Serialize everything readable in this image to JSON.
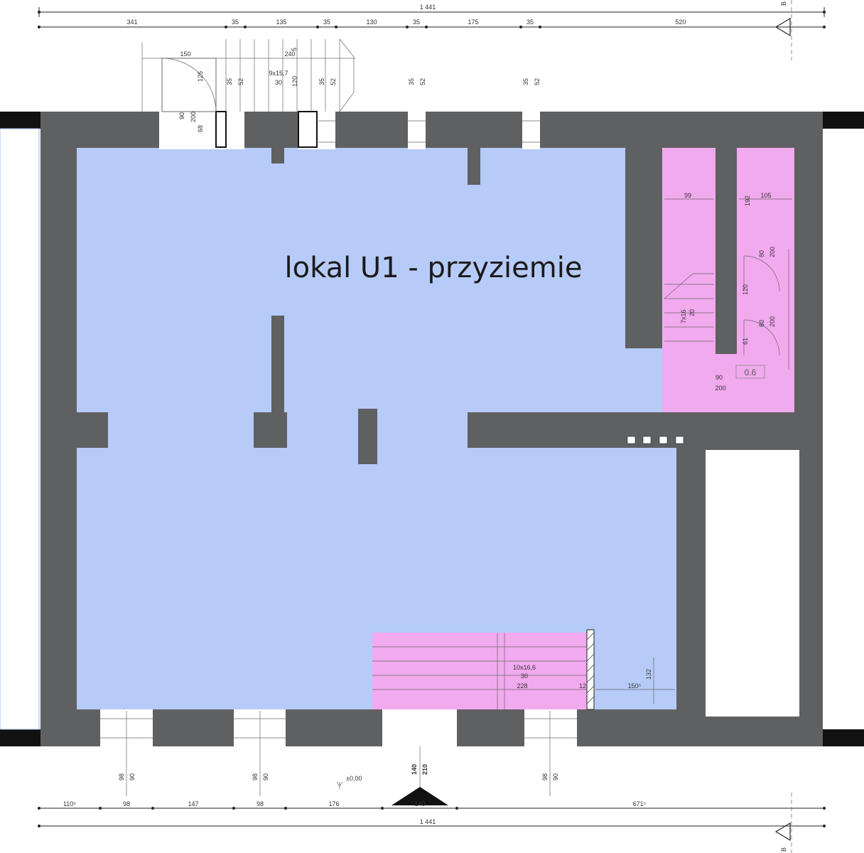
{
  "plan": {
    "title": "lokal U1 - przyziemie",
    "room_code": "0.6",
    "section_marker": "B",
    "level_mark": "±0,00",
    "colors": {
      "wall": "#5f6062",
      "main_room": "#b7cbf8",
      "stair_area": "#f2aaef",
      "background": "#ffffff"
    }
  },
  "dims": {
    "top_total": "1 441",
    "top_segments": [
      "341",
      "35",
      "135",
      "35",
      "130",
      "35",
      "175",
      "35",
      "520"
    ],
    "bottom_total": "1 441",
    "bottom_segments": [
      "110⁵",
      "98",
      "147",
      "98",
      "176",
      "140",
      "671⁵"
    ],
    "top_stair_a": "150",
    "top_stair_b": "240",
    "top_stair_c": "9x15,7",
    "top_stair_d": "30",
    "top_stair_e": "125",
    "top_stair_f": "120",
    "top_stair_g": "5",
    "top_window_a": "35",
    "top_window_b": "52",
    "left_door_a": "90",
    "left_door_b": "200",
    "left_door_c": "68",
    "bottom_window_a": "98",
    "bottom_window_b": "90",
    "entrance_a": "140",
    "entrance_b": "210",
    "right_a": "99",
    "right_b": "105",
    "right_c": "192",
    "right_d": "80",
    "right_e": "200",
    "right_f": "120",
    "right_g": "61",
    "right_stairs": "7x16",
    "right_stairs_b": "20",
    "right_door_a": "90",
    "right_door_b": "200",
    "lower_stairs": "10x16,6",
    "lower_stairs_b": "30",
    "lower_stairs_c": "228",
    "lower_stairs_d": "12",
    "lower_right_a": "132",
    "lower_right_b": "150⁵"
  }
}
